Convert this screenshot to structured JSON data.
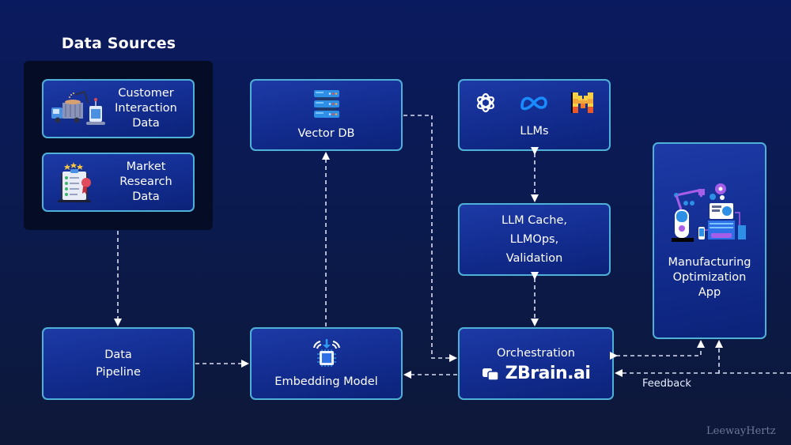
{
  "diagram": {
    "title": "Data Sources",
    "nodes": {
      "customer_interaction_data": {
        "label": "Customer\nInteraction\nData",
        "icon": "truck-loading-icon"
      },
      "market_research_data": {
        "label": "Market\nResearch\nData",
        "icon": "clipboard-checklist-icon"
      },
      "vector_db": {
        "label": "Vector DB",
        "icon": "server-stack-icon"
      },
      "llms": {
        "label": "LLMs",
        "icons": [
          "openai-logo-icon",
          "meta-logo-icon",
          "mistral-logo-icon"
        ]
      },
      "llm_cache": {
        "label": "LLM Cache,\nLLMOps,\nValidation"
      },
      "manufacturing_app": {
        "label": "Manufacturing\nOptimization\nApp",
        "icon": "robot-arm-factory-icon"
      },
      "data_pipeline": {
        "label": "Data\nPipeline"
      },
      "embedding_model": {
        "label": "Embedding Model",
        "icon": "chip-download-icon"
      },
      "orchestration": {
        "label": "Orchestration",
        "brand": "ZBrain.ai",
        "icon": "zbrain-logo-icon"
      }
    },
    "edges": [
      {
        "from": "Data Sources",
        "to": "Data Pipeline",
        "style": "dashed"
      },
      {
        "from": "Data Pipeline",
        "to": "Embedding Model",
        "style": "dashed"
      },
      {
        "from": "Embedding Model",
        "to": "Vector DB",
        "style": "dashed"
      },
      {
        "from": "Vector DB",
        "to": "Orchestration",
        "style": "dashed"
      },
      {
        "from": "Orchestration",
        "to": "Embedding Model",
        "style": "dashed"
      },
      {
        "from": "LLMs",
        "to": "LLM Cache, LLMOps, Validation",
        "style": "dashed",
        "bidirectional": true
      },
      {
        "from": "LLM Cache, LLMOps, Validation",
        "to": "Orchestration",
        "style": "dashed",
        "bidirectional": true
      },
      {
        "from": "Orchestration",
        "to": "Manufacturing Optimization App",
        "style": "dashed"
      },
      {
        "from": "Manufacturing Optimization App",
        "to": "Orchestration",
        "style": "dashed",
        "label": "Feedback"
      }
    ],
    "feedback_label": "Feedback",
    "watermark": "LeewayHertz"
  }
}
